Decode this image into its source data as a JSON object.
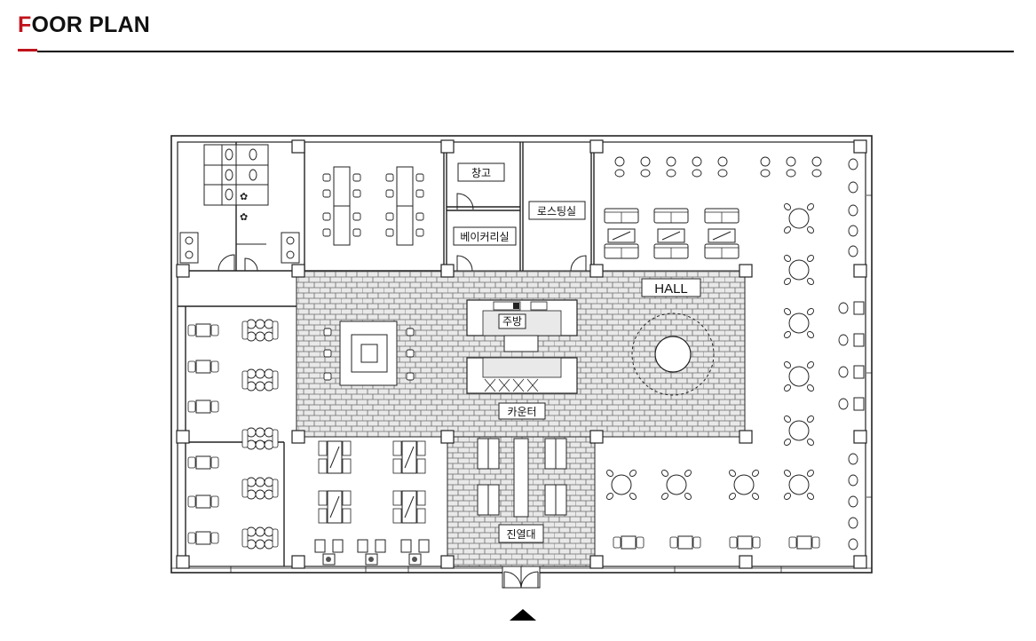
{
  "header": {
    "title_first": "F",
    "title_rest": "OOR PLAN",
    "accent_color": "#c0121a"
  },
  "plan": {
    "labels": {
      "storage": "창고",
      "roasting": "로스팅실",
      "bakery": "베이커리실",
      "hall": "HALL",
      "kitchen": "주방",
      "counter": "카운터",
      "display": "진열대"
    },
    "entrance_icon": "entrance-arrow-icon"
  }
}
